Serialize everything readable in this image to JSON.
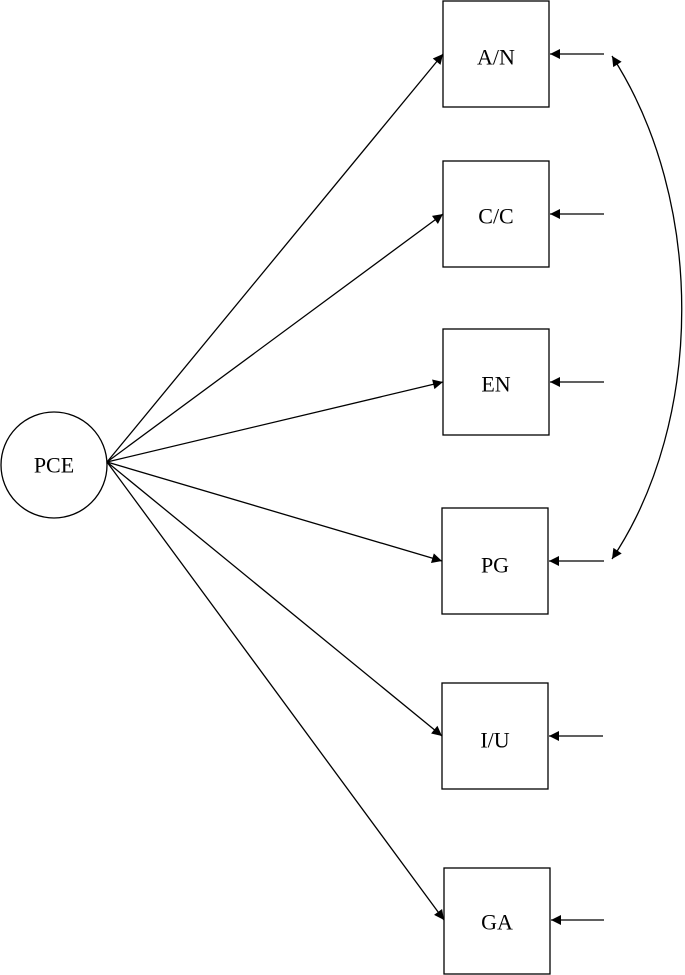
{
  "latent": {
    "label": "PCE"
  },
  "indicators": [
    {
      "id": "an",
      "label": "A/N"
    },
    {
      "id": "cc",
      "label": "C/C"
    },
    {
      "id": "en",
      "label": "EN"
    },
    {
      "id": "pg",
      "label": "PG"
    },
    {
      "id": "iu",
      "label": "I/U"
    },
    {
      "id": "ga",
      "label": "GA"
    }
  ],
  "correlated_errors": [
    [
      "A/N",
      "PG"
    ]
  ],
  "colors": {
    "stroke": "#000000",
    "background": "#ffffff"
  }
}
